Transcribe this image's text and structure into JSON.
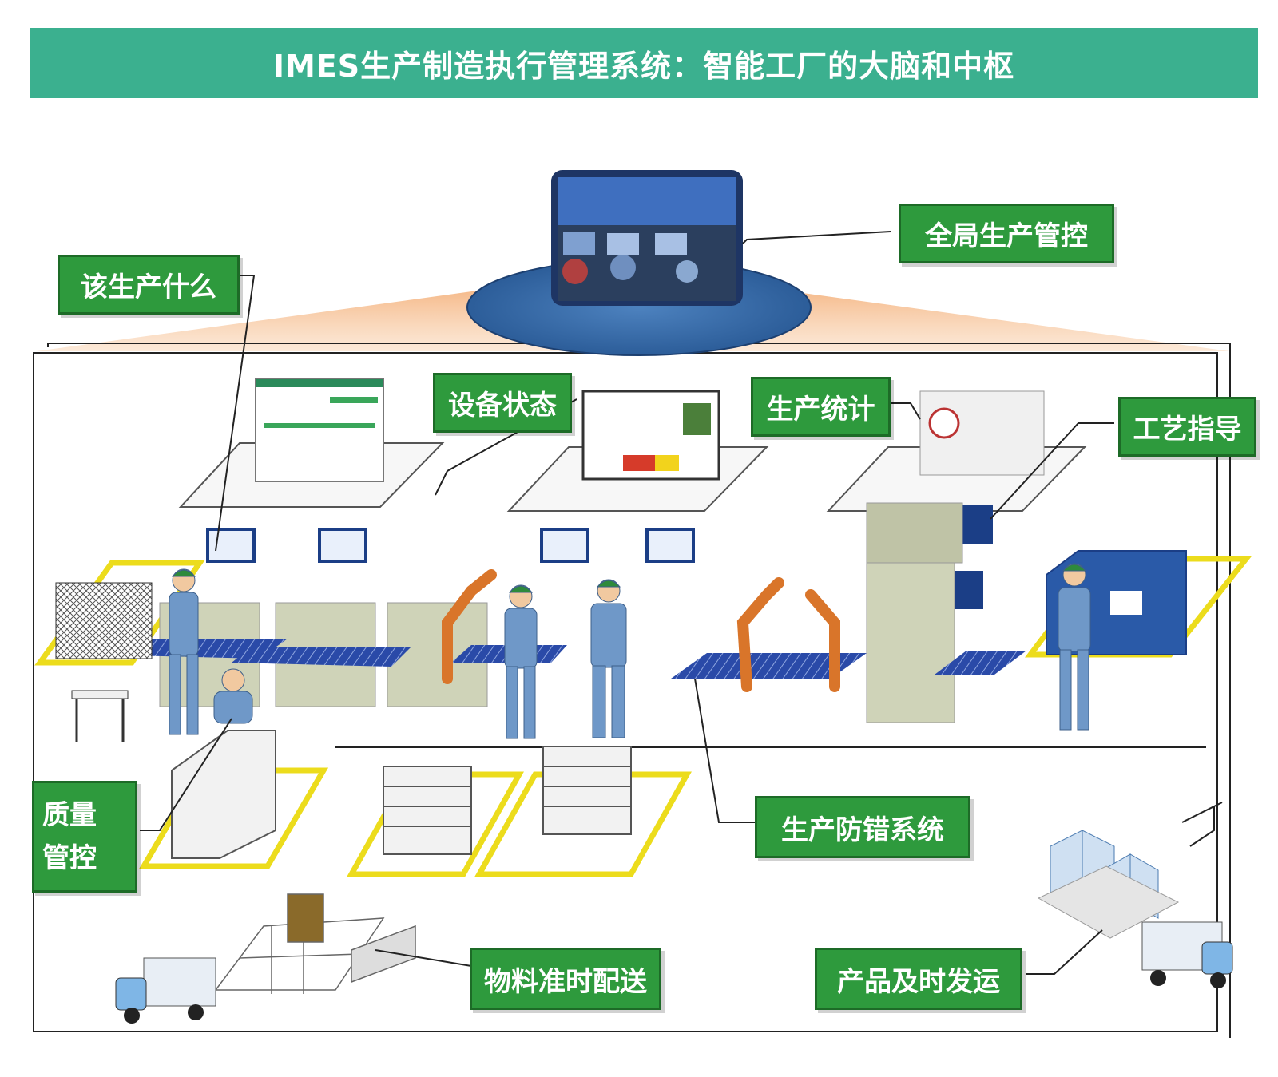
{
  "banner": {
    "title": "IMES生产制造执行管理系统：智能工厂的大脑和中枢"
  },
  "labels": {
    "global_control": "全局生产管控",
    "what_to_produce": "该生产什么",
    "equipment_status": "设备状态",
    "production_stats": "生产统计",
    "process_guidance": "工艺指导",
    "quality_control_line1": "质量",
    "quality_control_line2": "管控",
    "error_proofing": "生产防错系统",
    "material_delivery": "物料准时配送",
    "product_shipping": "产品及时发运"
  },
  "colors": {
    "banner": "#3bb08f",
    "label_fill": "#2e9a3d",
    "label_border": "#1d6b27",
    "zone_yellow": "#ecdc1c",
    "worker_blue": "#6f98c8",
    "conveyor_blue": "#2a4aa8",
    "robot_orange": "#d9752a",
    "control_disc": "#3b6fae",
    "beam_orange": "#f0a060"
  }
}
